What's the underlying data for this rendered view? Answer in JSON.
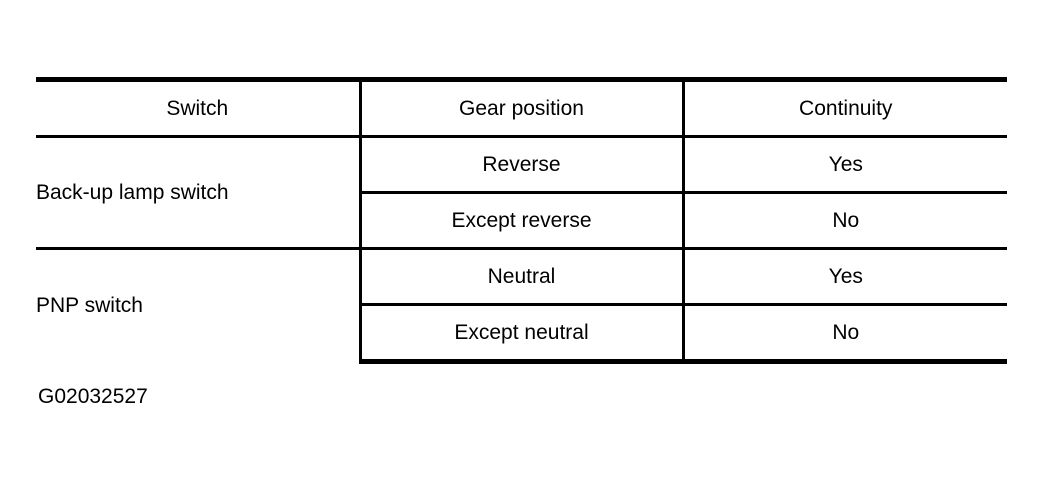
{
  "table": {
    "columns": [
      {
        "key": "switch",
        "label": "Switch",
        "align": "center"
      },
      {
        "key": "gear_position",
        "label": "Gear position",
        "align": "center"
      },
      {
        "key": "continuity",
        "label": "Continuity",
        "align": "center"
      }
    ],
    "groups": [
      {
        "switch": "Back-up lamp switch",
        "rows": [
          {
            "gear_position": "Reverse",
            "continuity": "Yes"
          },
          {
            "gear_position": "Except reverse",
            "continuity": "No"
          }
        ]
      },
      {
        "switch": "PNP switch",
        "rows": [
          {
            "gear_position": "Neutral",
            "continuity": "Yes"
          },
          {
            "gear_position": "Except neutral",
            "continuity": "No"
          }
        ]
      }
    ]
  },
  "caption": {
    "text": "G02032527"
  },
  "colors": {
    "background": "#ffffff",
    "rule": "#000000",
    "text": "#000000"
  }
}
